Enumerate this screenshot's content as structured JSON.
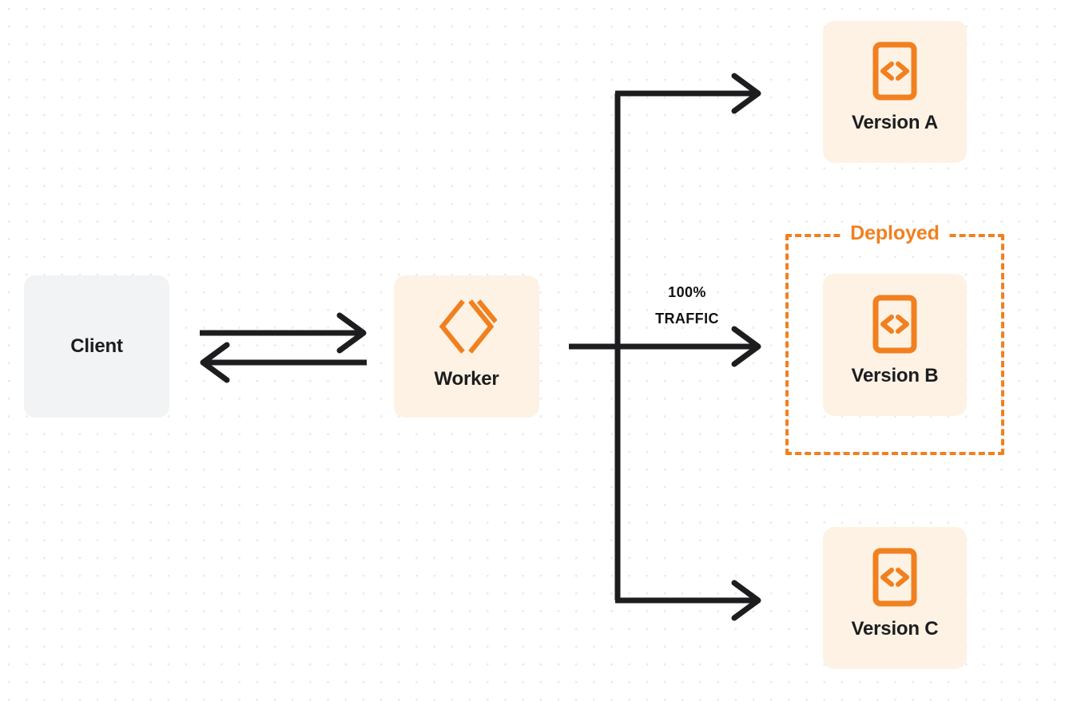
{
  "diagram": {
    "title": "Worker version traffic routing",
    "background": "dotted-grid",
    "colors": {
      "accent_orange": "#f1801f",
      "node_cream": "#fdf2e4",
      "node_gray": "#f2f3f4",
      "line_dark": "#1d1d1f",
      "text_dark": "#1d1d1f",
      "grid_dot": "#e7e8ea",
      "page_background": "#ffffff"
    }
  },
  "nodes": {
    "client": {
      "label": "Client",
      "fill": "#f2f3f4"
    },
    "worker": {
      "label": "Worker",
      "icon": "cloudflare-workers-logo",
      "fill": "#fdf2e4"
    },
    "version_a": {
      "label": "Version A",
      "icon": "code-brackets-icon",
      "fill": "#fdf2e4"
    },
    "version_b": {
      "label": "Version B",
      "icon": "code-brackets-icon",
      "fill": "#fdf2e4"
    },
    "version_c": {
      "label": "Version C",
      "icon": "code-brackets-icon",
      "fill": "#fdf2e4"
    }
  },
  "deployed_group": {
    "label": "Deployed",
    "contains": "Version B",
    "border_style": "dashed",
    "border_color": "#f1801f"
  },
  "traffic": {
    "percent_line": "100%",
    "label_line": "TRAFFIC",
    "target": "Version B"
  },
  "connectors": [
    {
      "name": "client-to-worker",
      "direction": "right",
      "from": "Client",
      "to": "Worker"
    },
    {
      "name": "worker-to-client",
      "direction": "left",
      "from": "Worker",
      "to": "Client"
    },
    {
      "name": "worker-to-version-a",
      "direction": "right",
      "from": "Worker",
      "to": "Version A"
    },
    {
      "name": "worker-to-version-b",
      "direction": "right",
      "from": "Worker",
      "to": "Version B"
    },
    {
      "name": "worker-to-version-c",
      "direction": "right",
      "from": "Worker",
      "to": "Version C"
    }
  ]
}
